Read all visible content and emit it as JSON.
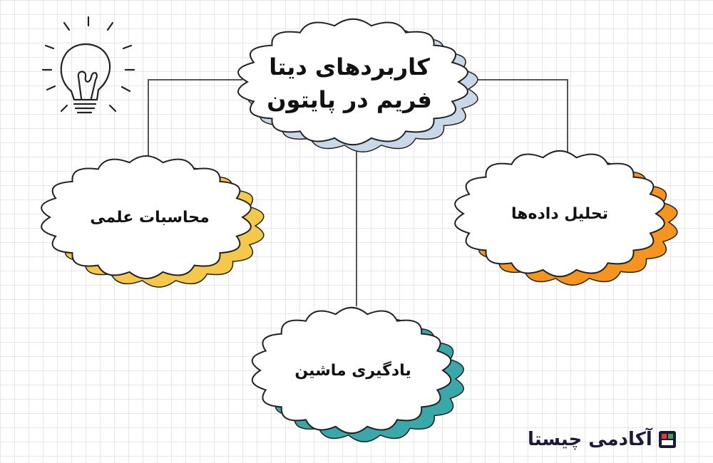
{
  "diagram": {
    "title_lines": [
      "کاربردهای دیتا",
      "فریم در پایتون"
    ],
    "nodes": {
      "left": "محاسبات علمی",
      "right": "تحلیل داده‌ها",
      "bottom": "یادگیری ماشین"
    }
  },
  "logo": {
    "text": "آکادمی چیستا"
  },
  "colors": {
    "title_shadow": "#c9d8e8",
    "left_shadow": "#f5c84c",
    "right_shadow": "#f5941e",
    "bottom_shadow": "#3aa8a8",
    "outline": "#222222",
    "connector": "#555555"
  },
  "icons": [
    "light-bulb-icon",
    "chista-logo-icon"
  ]
}
